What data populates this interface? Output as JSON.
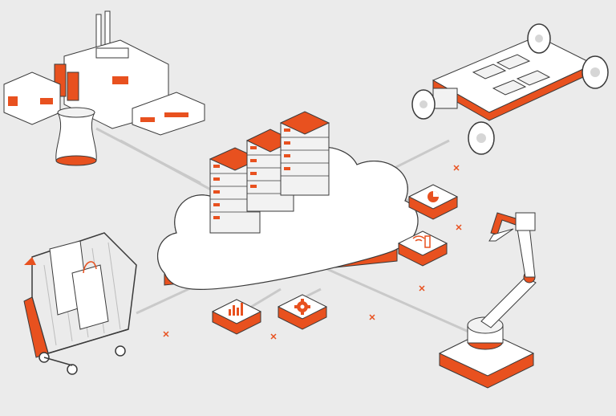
{
  "colors": {
    "background": "#ebebeb",
    "accent": "#e8511f",
    "line": "#c9c9c9",
    "outline": "#3a3a3a",
    "white": "#ffffff",
    "shade": "#d6d6d6"
  },
  "illustration": {
    "hub": "cloud-with-servers",
    "nodes": [
      "factory",
      "vehicle-chassis",
      "shopping-cart",
      "robot-arm"
    ],
    "tiles": [
      "pie-chart-icon",
      "wireless-device-icon",
      "bar-chart-icon",
      "gear-icon"
    ]
  }
}
